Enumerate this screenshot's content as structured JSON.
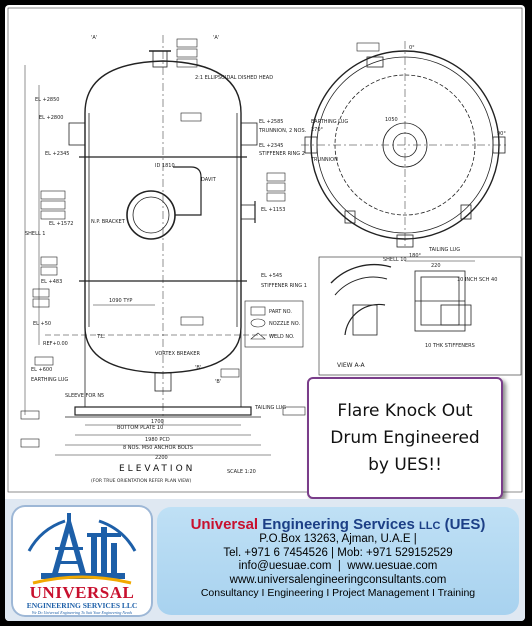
{
  "drawing": {
    "title": "ELEVATION",
    "scale": "SCALE 1:20",
    "subtitle": "(FOR TRUE ORIENTATION REFER PLAN VIEW)",
    "section_label": "VIEW A-A",
    "labels": {
      "a_left": "'A'",
      "a_right": "'A'",
      "b_left": "'B'",
      "b_right": "'B'",
      "el_2850": "EL +2850",
      "el_2800": "EL +2800",
      "el_2585": "EL +2585",
      "el_2345": "EL +2345",
      "el_1572": "EL +1572",
      "el_1153": "EL +1153",
      "el_545": "EL +545",
      "el_483": "EL +483",
      "el_50": "EL +50",
      "el_600": "EL +600",
      "dim_1050": "1050",
      "dim_1700": "1700",
      "dim_1980": "1980 PCD",
      "dim_2200": "2200",
      "dim_1090": "1090 TYP",
      "dim_1810": "ID 1810",
      "head_note": "2:1 ELLIPSOIDAL DISHED HEAD",
      "trunnion": "TRUNNION, 2 NOS.",
      "stiffener2": "STIFFENER RING 2",
      "stiffener1": "STIFFENER RING 1",
      "bracket": "N.P. BRACKET",
      "davit": "DAVIT",
      "shell": "SHELL 1",
      "vortex": "VORTEX BREAKER",
      "bottom_plate": "BOTTOM PLATE 10",
      "anchor": "8 NOS. M50 ANCHOR BOLTS",
      "tailing_lug": "TAILING LUG",
      "earthing_lug": "EARTHING LUG",
      "sleeve": "SLEEVE FOR N5",
      "ref": "REF+0.00",
      "tl": "T.L.",
      "legend_part": "PART NO.",
      "legend_nozzle": "NOZZLE NO.",
      "legend_weld": "WELD NO.",
      "plan_0": "0°",
      "plan_90": "90°",
      "plan_180": "180°",
      "plan_270": "270°",
      "plan_trunnion": "TRUNNION",
      "plan_tailing": "TAILING LUG",
      "plan_earthing": "EARTHING LUG",
      "sect_shell": "SHELL 10",
      "sect_220": "220",
      "sect_bolt": "10 INCH SCH 40",
      "sect_stiff": "10 THK STIFFENERS"
    }
  },
  "callout": {
    "line1": "Flare Knock Out",
    "line2": "Drum Engineered",
    "line3": "by UES!!"
  },
  "footer": {
    "logo_name": "UNIVERSAL",
    "logo_sub": "ENGINEERING SERVICES LLC",
    "logo_tagline": "We Do Universal Engineering To Suit Your Engineering Needs",
    "company_u": "Universal",
    "company_rest": "Engineering Services",
    "company_llc": "LLC",
    "company_abbr": "(UES)",
    "address": "P.O.Box 13263, Ajman, U.A.E |",
    "phone": "Tel. +971 6 7454526 | Mob: +971 529152529",
    "email_web": "info@uesuae.com  |  www.uesuae.com",
    "website": "www.universalengineeringconsultants.com",
    "services": "Consultancy I Engineering I Project Management I Training"
  },
  "colors": {
    "frame": "#000000",
    "callout_border": "#7a3d8a",
    "company_red": "#c8102e",
    "company_blue": "#1c3f86",
    "info_bg": "#bfe0f5",
    "logo_blue": "#1d5fa8"
  }
}
